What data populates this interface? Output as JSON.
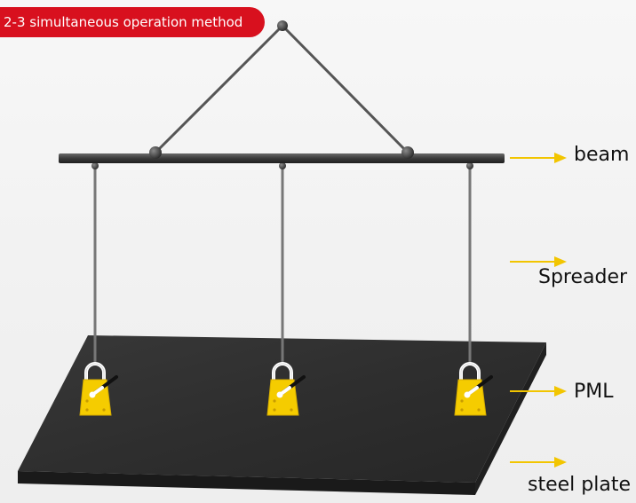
{
  "title": "2-3 simultaneous operation method",
  "labels": {
    "beam": "beam",
    "spreader": "Spreader",
    "pml": "PML",
    "steel_plate": "steel plate"
  },
  "colors": {
    "badge": "#d8101e",
    "arrow": "#f2c500",
    "magnet": "#f5cc00",
    "plate": "#2f2f2f",
    "beam": "#3a3a3a"
  },
  "icons": {
    "arrow": "arrow-right-icon",
    "magnet": "lifting-magnet-icon"
  }
}
